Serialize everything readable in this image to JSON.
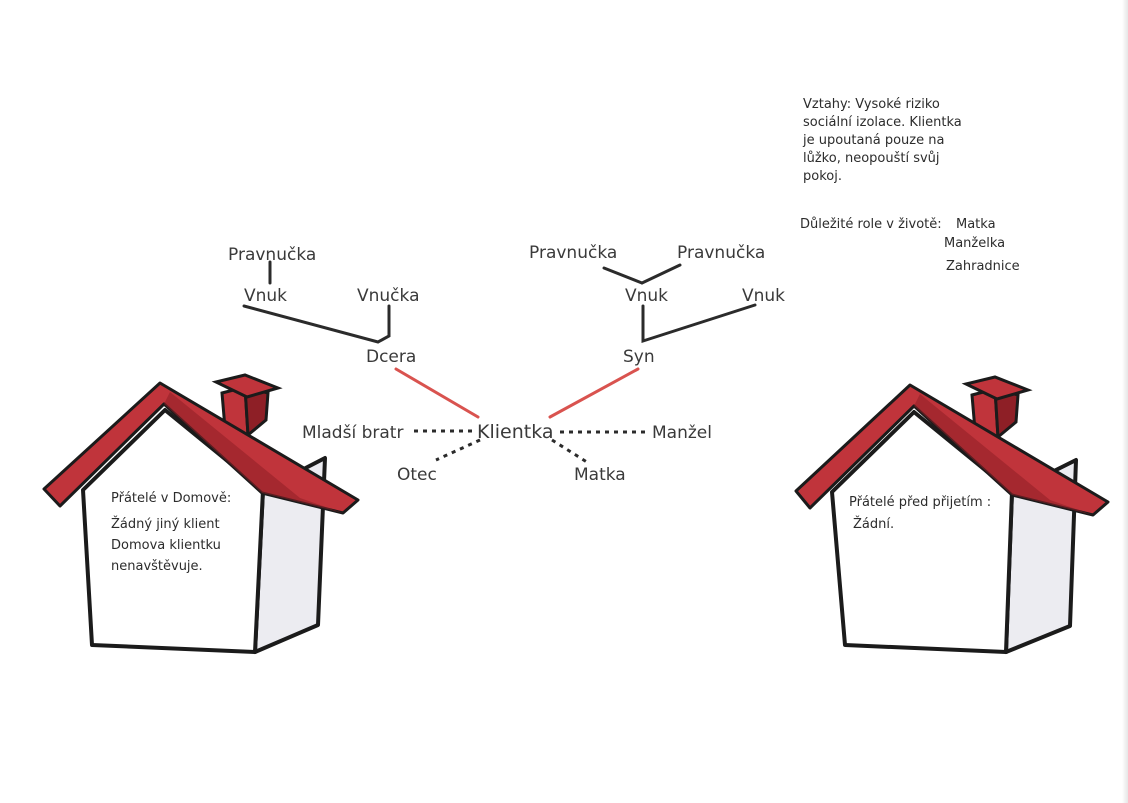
{
  "center": "Klientka",
  "left_branch": {
    "child": "Dcera",
    "grandchildren": [
      "Vnuk",
      "Vnučka"
    ],
    "great_grandchild": "Pravnučka"
  },
  "right_branch": {
    "child": "Syn",
    "grandchildren": [
      "Vnuk",
      "Vnuk"
    ],
    "great_grandchildren": [
      "Pravnučka",
      "Pravnučka"
    ]
  },
  "relatives": {
    "brother": "Mladší bratr",
    "father": "Otec",
    "husband": "Manžel",
    "mother": "Matka"
  },
  "house_left": {
    "title": "Přátelé v Domově:",
    "text_lines": [
      "Žádný jiný klient",
      "Domova klientku",
      "nenavštěvuje."
    ]
  },
  "house_right": {
    "title": "Přátelé před přijetím :",
    "text_lines": [
      "Žádní."
    ]
  },
  "notes": {
    "relationships": "Vztahy: Vysoké riziko\nsociální izolace. Klientka\nje upoutaná pouze na\nlůžko, neopouští svůj\npokoj.",
    "roles_label": "Důležité role v životě:",
    "roles": [
      "Matka",
      "Manželka",
      "Zahradnice"
    ]
  },
  "colors": {
    "roof": "#c0343b",
    "roof_dark": "#8e1f26",
    "wall": "#ffffff",
    "wall_side": "#ececf1",
    "outline": "#1b1b1b",
    "close_bond": "#d9534f",
    "line": "#2b2b2b"
  }
}
